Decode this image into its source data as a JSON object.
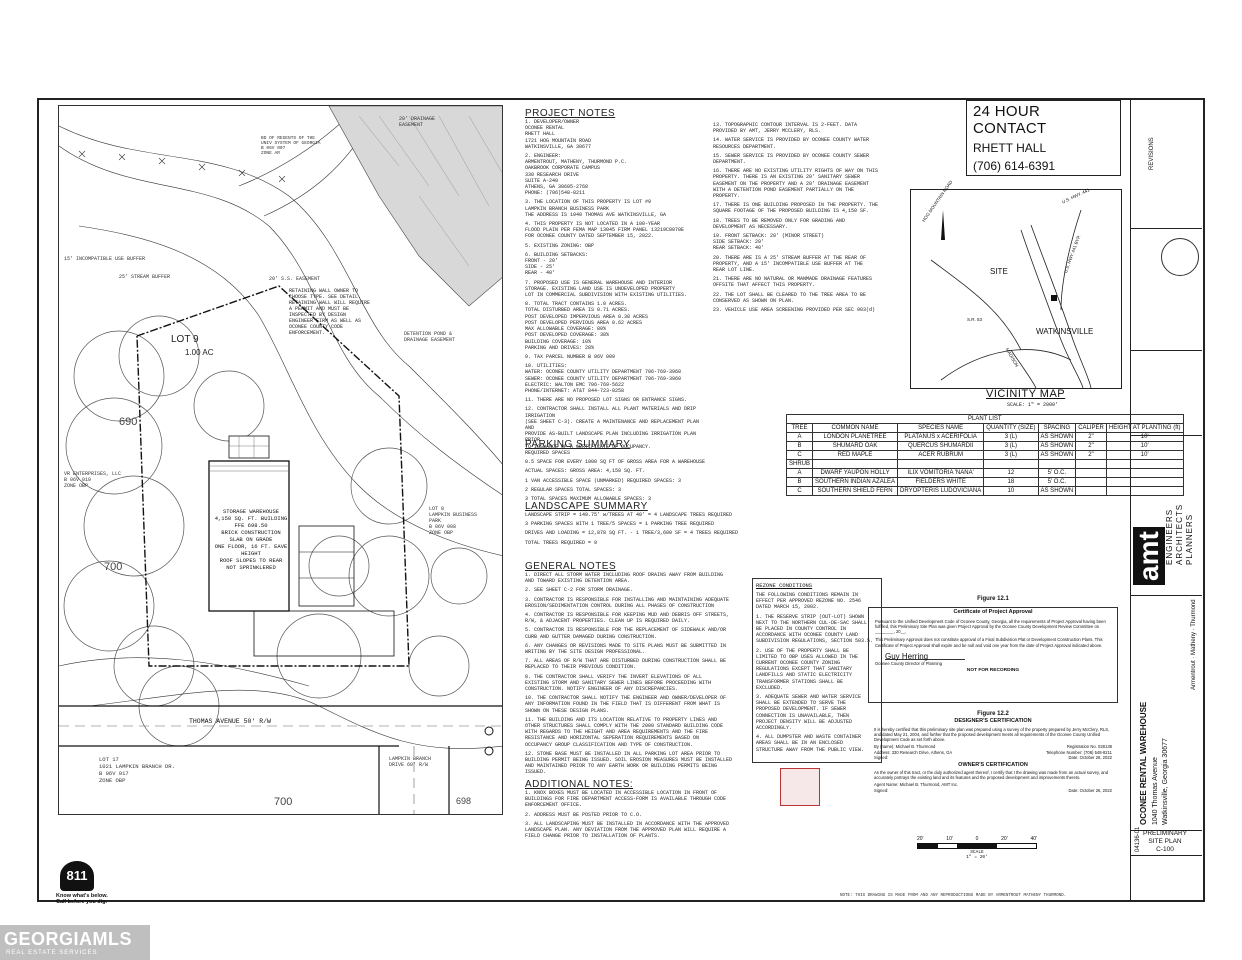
{
  "contact": {
    "title": "24 HOUR CONTACT",
    "name": "RHETT HALL",
    "phone": "(706) 614-6391"
  },
  "project_notes": {
    "heading": "PROJECT NOTES",
    "items": [
      "1. DEVELOPER/OWNER\nOCONEE RENTAL\nRHETT HALL\n1721 HOG MOUNTAIN ROAD\nWATKINSVILLE, GA 30677",
      "2. ENGINEER:\nARMENTROUT, MATHENY, THURMOND P.C.\nOAKBROOK CORPORATE CAMPUS\n330 RESEARCH DRIVE\nSUITE A-240\nATHENS, GA 30605-2768\nPHONE: (706)548-8211",
      "3. THE LOCATION OF THIS PROPERTY IS LOT #9\nLAMPKIN BRANCH BUSINESS PARK\nTHE ADDRESS IS 1040 THOMAS AVE WATKINSVILLE, GA",
      "4. THIS PROPERTY IS NOT LOCATED IN A 100-YEAR\nFLOOD PLAIN PER FEMA MAP 13045 FIRM PANEL 13219C0070E\nFOR OCONEE COUNTY DATED SEPTEMBER 15, 2022.",
      "5. EXISTING ZONING: OBP",
      "6. BUILDING SETBACKS:\nFRONT - 20'\nSIDE - 25'\nREAR - 40'",
      "7. PROPOSED USE IS GENERAL WAREHOUSE AND INTERIOR\nSTORAGE. EXISTING LAND USE IS UNDEVELOPED PROPERTY\nLOT IN COMMERCIAL SUBDIVISION WITH EXISTING UTILITIES.",
      "8. TOTAL TRACT CONTAINS 1.0 ACRES.\nTOTAL DISTURBED AREA IS 0.71 ACRES.\nPOST DEVELOPED IMPERVIOUS AREA 0.38 ACRES\nPOST DEVELOPED PERVIOUS AREA 0.62 ACRES\nMAX ALLOWABLE COVERAGE: 80%\nPOST DEVELOPED COVERAGE: 38%\nBUILDING COVERAGE: 10%\nPARKING AND DRIVES: 28%",
      "9. TAX PARCEL NUMBER B 06V 009",
      "10. UTILITIES:\nWATER: OCONEE COUNTY UTILITY DEPARTMENT 706-769-3960\nSEWER: OCONEE COUNTY UTILITY DEPARTMENT 706-769-3960\nELECTRIC: WALTON EMC 706-769-5622\nPHONE/INTERNET: AT&T 844-723-0258",
      "11. THERE ARE NO PROPOSED LOT SIGNS OR ENTRANCE SIGNS.",
      "12. CONTRACTOR SHALL INSTALL ALL PLANT MATERIALS AND DRIP IRRIGATION\n(SEE SHEET C-3). CREATE A MAINTENANCE AND REPLACEMENT PLAN AND\nPROVIDE AS-BUILT LANDSCAPE PLAN INCLUDING IRRIGATION PLAN PRIOR\nTO ISSUANCE OF A CERTIFICATE OF OCCUPANCY."
    ],
    "items_right": [
      "13. TOPOGRAPHIC CONTOUR INTERVAL IS 2-FEET. DATA\nPROVIDED BY AMT, JERRY MCCLERY, RLS.",
      "14. WATER SERVICE IS PROVIDED BY OCONEE COUNTY WATER\nRESOURCES DEPARTMENT.",
      "15. SEWER SERVICE IS PROVIDED BY OCONEE COUNTY SEWER\nDEPARTMENT.",
      "16. THERE ARE NO EXISTING UTILITY RIGHTS OF WAY ON THIS\nPROPERTY. THERE IS AN EXISTING 20' SANITARY SEWER\nEASEMENT ON THE PROPERTY AND A 20' DRAINAGE EASEMENT\nWITH A DETENTION POND EASEMENT PARTIALLY ON THE\nPROPERTY.",
      "17. THERE IS ONE BUILDING PROPOSED IN THE PROPERTY. THE\nSQUARE FOOTAGE OF THE PROPOSED BUILDING IS 4,150 SF.",
      "18. TREES TO BE REMOVED ONLY FOR GRADING AND\nDEVELOPMENT AS NECESSARY.",
      "19. FRONT SETBACK: 20' (MINOR STREET)\nSIDE SETBACK: 20'\nREAR SETBACK: 40'",
      "20. THERE ARE IS A 25' STREAM BUFFER AT THE REAR OF\nPROPERTY, AND A 15' INCOMPATIBLE USE BUFFER AT THE\nREAR LOT LINE.",
      "21. THERE ARE NO NATURAL OR MANMADE DRAINAGE FEATURES\nOFFSITE THAT AFFECT THIS PROPERTY.",
      "22. THE LOT SHALL BE CLEARED TO THE TREE AREA TO BE\nCONSERVED AS SHOWN ON PLAN.",
      "23. VEHICLE USE AREA SCREENING PROVIDED PER SEC 903(d)"
    ]
  },
  "parking_summary": {
    "heading": "PARKING SUMMARY",
    "lines": [
      "REQUIRED SPACES",
      "0.5 SPACE FOR EVERY 1000 SQ FT OF GROSS AREA FOR A WAREHOUSE",
      "ACTUAL SPACES:                    GROSS AREA: 4,150 SQ. FT.",
      "1 VAN ACCESSIBLE SPACE (UNMARKED)     REQUIRED SPACES: 3",
      "2 REGULAR SPACES                      TOTAL SPACES: 3",
      "3 TOTAL SPACES                 MAXIMUM ALLOWABLE SPACES: 3"
    ]
  },
  "landscape_summary": {
    "heading": "LANDSCAPE SUMMARY",
    "lines": [
      "LANDSCAPE STRIP = 149.75' w/TREES AT 40' = 4 LANDSCAPE TREES REQUIRED",
      "3 PARKING SPACES WITH 1 TREE/5 SPACES = 1 PARKING TREE REQUIRED",
      "DRIVES AND LOADING = 12,878 SQ FT. - 1 TREE/3,600 SF = 4 TREES REQUIRED",
      "TOTAL TREES REQUIRED = 9"
    ]
  },
  "general_notes": {
    "heading": "GENERAL NOTES",
    "items": [
      "1. DIRECT ALL STORM WATER INCLUDING ROOF DRAINS AWAY FROM BUILDING\nAND TOWARD EXISTING DETENTION AREA.",
      "2. SEE SHEET C-2 FOR STORM DRAINAGE.",
      "3. CONTRACTOR IS RESPONSIBLE FOR INSTALLING AND MAINTAINING ADEQUATE\nEROSION/SEDIMENTATION CONTROL DURING ALL PHASES OF CONSTRUCTION",
      "4. CONTRACTOR IS RESPONSIBLE FOR KEEPING MUD AND DEBRIS OFF STREETS,\nR/W, & ADJACENT PROPERTIES. CLEAN UP IS REQUIRED DAILY.",
      "5. CONTRACTOR IS RESPONSIBLE FOR THE REPLACEMENT OF SIDEWALK AND/OR\nCURB AND GUTTER DAMAGED DURING CONSTRUCTION.",
      "6. ANY CHANGES OR REVISIONS MADE TO SITE PLANS MUST BE SUBMITTED IN\nWRITING BY THE SITE DESIGN PROFESSIONAL.",
      "7. ALL AREAS OF R/W THAT ARE DISTURBED DURING CONSTRUCTION SHALL BE\nREPLACED TO THEIR PREVIOUS CONDITION.",
      "8. THE CONTRACTOR SHALL VERIFY THE INVERT ELEVATIONS OF ALL\nEXISTING STORM AND SANITARY SEWER LINES BEFORE PROCEEDING WITH\nCONSTRUCTION. NOTIFY ENGINEER OF ANY DISCREPANCIES.",
      "10. THE CONTRACTOR SHALL NOTIFY THE ENGINEER AND OWNER/DEVELOPER OF\nANY INFORMATION FOUND IN THE FIELD THAT IS DIFFERENT FROM WHAT IS\nSHOWN ON THESE DESIGN PLANS.",
      "11. THE BUILDING AND ITS LOCATION RELATIVE TO PROPERTY LINES AND\nOTHER STRUCTURES SHALL COMPLY WITH THE 2000 STANDARD BUILDING CODE\nWITH REGARDS TO THE HEIGHT AND AREA REQUIREMENTS AND THE FIRE\nRESISTANCE AND HORIZONTAL SEPERATION REQUIREMENTS BASED ON\nOCCUPANCY GROUP CLASSIFICATION AND TYPE OF CONSTRUCTION.",
      "12. STONE BASE MUST BE INSTALLED IN ALL PARKING LOT AREA PRIOR TO\nBUILDING PERMIT BEING ISSUED. SOIL EROSION MEASURES MUST BE INSTALLED\nAND MAINTAINED PRIOR TO ANY EARTH WORK OR BUILDING PERMITS BEING\nISSUED."
    ]
  },
  "additional_notes": {
    "heading": "ADDITIONAL NOTES:",
    "items": [
      "1. KNOX BOXES MUST BE LOCATED IN ACCESSIBLE LOCATION IN FRONT OF\nBUILDINGS FOR FIRE DEPARTMENT ACCESS-FORM IS AVAILABLE THROUGH CODE\nENFORCEMENT OFFICE.",
      "2. ADDRESS MUST BE POSTED PRIOR TO C.O.",
      "3. ALL LANDSCAPING MUST BE INSTALLED IN ACCORDANCE WITH THE APPROVED\nLANDSCAPE PLAN. ANY DEVIATION FROM THE APPROVED PLAN WILL REQUIRE A\nFIELD CHANGE PRIOR TO INSTALLATION OF PLANTS."
    ]
  },
  "rezone": {
    "heading": "REZONE CONDITIONS",
    "items": [
      "THE FOLLOWING CONDITIONS REMAIN IN\nEFFECT PER APPROVED REZONE NO. 2546\nDATED MARCH 15, 2002.",
      "1. THE RESERVE STRIP (OUT-LOT) SHOWN\nNEXT TO THE NORTHERN CUL-DE-SAC SHALL\nBE PLACED IN COUNTY CONTROL IN\nACCORDANCE WITH OCONEE COUNTY LAND\nSUBDIVISION REGULATIONS, SECTION 503.5.",
      "2. USE OF THE PROPERTY SHALL BE\nLIMITED TO OBP USES ALLOWED IN THE\nCURRENT OCONEE COUNTY ZONING\nREGULATIONS EXCEPT THAT SANITARY\nLANDFILLS AND STATIC ELECTRICITY\nTRANSFORMER STATIONS SHALL BE\nEXCLUDED.",
      "3. ADEQUATE SEWER AND WATER SERVICE\nSHALL BE EXTENDED TO SERVE THE\nPROPOSED DEVELOPMENT. IF SEWER\nCONNECTION IS UNAVAILABLE, THEN\nPROJECT DENSITY WILL BE ADJUSTED\nACCORDINGLY.",
      "4. ALL DUMPSTER AND WASTE CONTAINER\nAREAS SHALL BE IN AN ENCLOSED\nSTRUCTURE AWAY FROM THE PUBLIC VIEW."
    ]
  },
  "fig121": {
    "label": "Figure 12.1",
    "title": "Certificate of Project Approval",
    "body": "Pursuant to the Unified Development Code of Oconee County, Georgia, all the requirements of Project Approval having been fulfilled, this Preliminary Site Plan was given Project Approval by the Oconee County Development Review Committee on ________, 20__.",
    "body2": "This Preliminary Approval does not constitute approval of a Final Subdivision Plat or Development Construction Plans. This Certificate of Project Approval shall expire and be null and void one year from the date of Project Approval indicated above.",
    "signer": "Guy Herring",
    "signer_title": "Oconee County Director of Planning",
    "not_for_rec": "NOT FOR RECORDING"
  },
  "fig122": {
    "label": "Figure 12.2",
    "title": "DESIGNER'S CERTIFICATION",
    "body": "It is hereby certified that this preliminary site plan was prepared using a survey of the property prepared by Jerry McClery, RLS, and dated May 21, 2004, and further that the proposed development meets all requirements of the Oconee County Unified Development Code as set forth above.",
    "by_name": "By (name): Michael B. Thurmond",
    "reg": "Registration No. 028138",
    "address": "Address: 330 Research Drive, Athens, GA",
    "tel": "Telephone Number: (706) 548-8211",
    "date1": "Date: October 26, 2022",
    "owner_title": "OWNER'S CERTIFICATION",
    "owner_body": "As the owner of this tract, or the duly authorized agent thereof, I certify that I the drawing was made from an actual survey, and accurately portrays the existing land and its features and the proposed development and improvements thereto.",
    "agent": "Agent Name: Michael B. Thurmond, AMT Inc.",
    "date2": "Date: October 26, 2022",
    "signed_label": "Signed:"
  },
  "vicinity": {
    "title": "VICINITY MAP",
    "scale": "SCALE: 1\" = 2000'",
    "site": "SITE",
    "town": "WATKINSVILLE",
    "roads": [
      "HOG MOUNTAIN ROAD",
      "U.S. HWY 441 BYP.",
      "S.R. 53",
      "MADISON",
      "U.S. HWY. 441"
    ]
  },
  "plant_list": {
    "title": "PLANT LIST",
    "headers": [
      "TREE",
      "COMMON NAME",
      "SPECIES NAME",
      "QUANTITY (SIZE)",
      "SPACING",
      "CALIPER",
      "HEIGHT AT PLANTING (ft)"
    ],
    "rows": [
      [
        "A",
        "LONDON PLANETREE",
        "PLATANUS x ACERIFOLIA",
        "3 (L)",
        "AS SHOWN",
        "2\"",
        "10'"
      ],
      [
        "B",
        "SHUMARD OAK",
        "QUERCUS SHUMARDII",
        "3 (L)",
        "AS SHOWN",
        "2\"",
        "10'"
      ],
      [
        "C",
        "RED MAPLE",
        "ACER RUBRUM",
        "3 (L)",
        "AS SHOWN",
        "2\"",
        "10'"
      ],
      [
        "SHRUB",
        "",
        "",
        "",
        "",
        "",
        ""
      ],
      [
        "A",
        "DWARF YAUPON HOLLY",
        "ILIX VOMITORIA 'NANA'",
        "12",
        "5' O.C.",
        "",
        ""
      ],
      [
        "B",
        "SOUTHERN INDIAN AZALEA",
        "FIELDERS WHITE",
        "18",
        "5' O.C.",
        "",
        ""
      ],
      [
        "C",
        "SOUTHERN SHIELD FERN",
        "DRYOPTERIS LUDOVICIANA",
        "10",
        "AS SHOWN",
        "",
        ""
      ]
    ]
  },
  "scale_bar": {
    "ticks": [
      "20'",
      "10'",
      "0",
      "20'",
      "40'"
    ],
    "label": "SCALE\n1\" = 20'"
  },
  "footer_note": "NOTE: THIS DRAWING IS MADE FROM AND ANY REPRODUCTIONS MADE BY ARMENTROUT MATHENY THURMOND.",
  "sheet_tag": {
    "line1": "PRELIMINARY",
    "line2": "SITE PLAN",
    "line3": "C-100"
  },
  "title_block": {
    "project": "OCONEE RENTAL WAREHOUSE",
    "address1": "1040 Thomas Avenue",
    "address2": "Watkinsville, Georgia 30677",
    "firm_short": "amt",
    "firm1": "ENGINEERS",
    "firm2": "ARCHITECTS",
    "firm3": "PLANNERS",
    "firm_names": "Armentrout · Matheny · Thurmond",
    "job_no": "04136-01",
    "revisions": "REVISIONS"
  },
  "site_labels": {
    "lot9": "LOT 9",
    "lot9_ac": "1.00 AC",
    "building": "STORAGE WAREHOUSE\n4,150 SQ. FT. BUILDING\nFFE 698.50\nBRICK CONSTRUCTION\nSLAB ON GRADE\nONE FLOOR, 16 FT. EAVE HEIGHT\nROOF SLOPES TO REAR\nNOT SPRINKLERED",
    "thomas_ave": "THOMAS AVENUE  50' R/W",
    "lot8": "LOT 8\nLAMPKIN BUSINESS\nPARK\nB 06V 008\nZONE OBP",
    "vr": "VR ENTERPRISES, LLC\nB 06V 010\nZONE OBP",
    "lot17": "LOT 17\n1021 LAMPKIN BRANCH DR.\nB 06V 017\nZONE OBP",
    "regents": "BD OF REGENTS OF THE\nUNIV SYSTEM OF GEORGIA\nB 06V 007\nZONE AR",
    "retaining": "RETAINING WALL OWNER TO\nCHOOSE TYPE. SEE DETAIL.\nRETAINING WALL WILL REQUIRE\nA PERMIT AND MUST BE\nINSPECTED BY DESIGN\nENGINEER FIRM AS WELL AS\nOCONEE COUNTY CODE\nENFORCEMENT.",
    "buffer15": "15' INCOMPATIBLE USE BUFFER",
    "buffer25": "25' STREAM BUFFER",
    "drainage20": "20' DRAINAGE\nEASEMENT",
    "ss20": "20' S.S. EASEMENT",
    "detention": "DETENTION POND &\nDRAINAGE EASEMENT",
    "drive": "LAMPKIN BRANCH\nDRIVE 60' R/W",
    "c700": "700",
    "c690": "690",
    "c698": "698",
    "logo811": "811",
    "knowwhat": "Know what's below.\nCall before you dig.",
    "watermark": "GEORGIAMLS",
    "watermark2": "REAL ESTATE SERVICES"
  }
}
